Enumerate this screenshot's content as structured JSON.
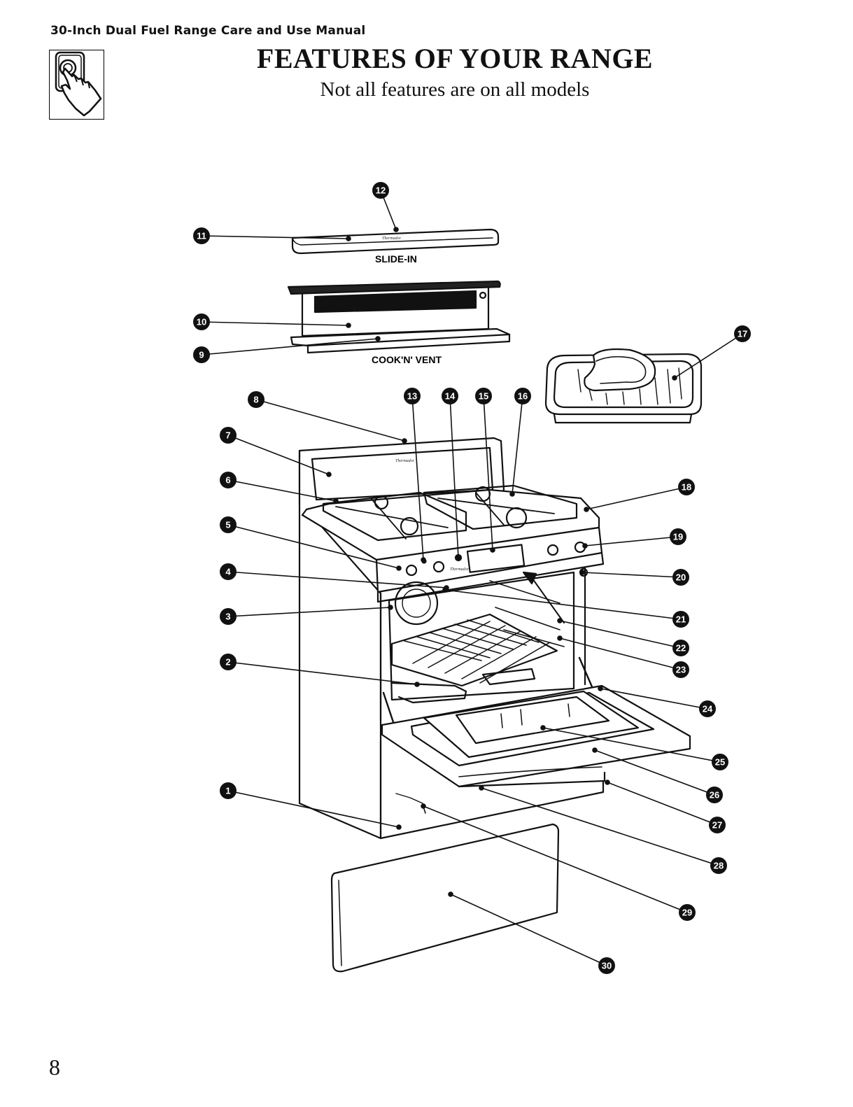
{
  "header": {
    "running_head": "30-Inch Dual Fuel Range Care and Use Manual",
    "title": "FEATURES OF YOUR RANGE",
    "subtitle": "Not all features are on all models"
  },
  "icon": {
    "name": "hand-pressing-button-icon"
  },
  "diagram": {
    "captions": {
      "slide_in": "SLIDE-IN",
      "cook_n_vent": "COOK'N' VENT"
    },
    "brand_marks": [
      "Thermador",
      "Thermador",
      "Thermador"
    ],
    "callouts": [
      "1",
      "2",
      "3",
      "4",
      "5",
      "6",
      "7",
      "8",
      "9",
      "10",
      "11",
      "12",
      "13",
      "14",
      "15",
      "16",
      "17",
      "18",
      "19",
      "20",
      "21",
      "22",
      "23",
      "24",
      "25",
      "26",
      "27",
      "28",
      "29",
      "30"
    ]
  },
  "footer": {
    "page_number": "8"
  }
}
